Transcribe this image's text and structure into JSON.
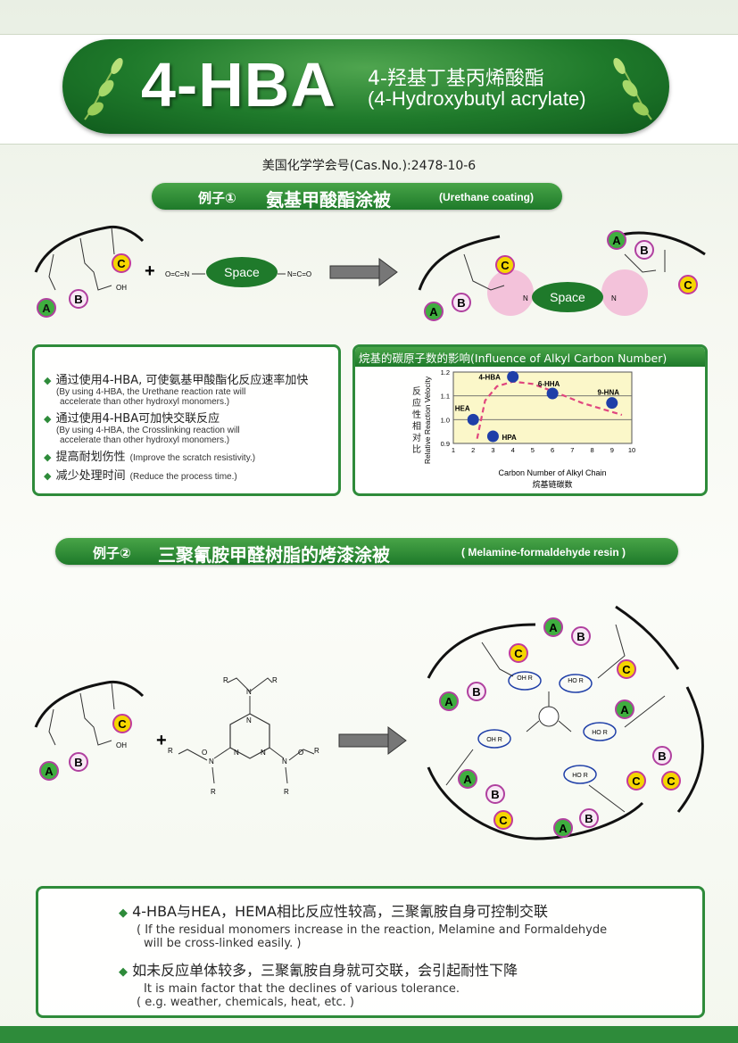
{
  "header": {
    "title": "4-HBA",
    "subtitle_cn": "4-羟基丁基丙烯酸酯",
    "subtitle_en": "(4-Hydroxybutyl acrylate)"
  },
  "cas": "美国化学学会号(Cas.No.):2478-10-6",
  "example1": {
    "tag": "例子①",
    "title_cn": "氨基甲酸酯涂被",
    "title_en": "(Urethane coating)",
    "space_label": "Space",
    "nco_left": "O=C=N",
    "nco_right": "N=C=O",
    "oh": "OH",
    "n_label": "N",
    "monomer_a": "A",
    "monomer_b": "B",
    "monomer_c": "C"
  },
  "benefits": [
    {
      "cn": "通过使用4-HBA, 可使氨基甲酸酯化反应速率加快",
      "en1": "(By using 4-HBA, the Urethane reaction rate will",
      "en2": "accelerate than other hydroxyl monomers.)"
    },
    {
      "cn": "通过使用4-HBA可加快交联反应",
      "en1": "(By using 4-HBA, the Crosslinking reaction will",
      "en2": "accelerate than other hydroxyl monomers.)"
    },
    {
      "cn": "提高耐划伤性",
      "en1": "(Improve the scratch resistivity.)",
      "en2": ""
    },
    {
      "cn": "减少处理时间",
      "en1": "(Reduce the process time.)",
      "en2": ""
    }
  ],
  "chart_panel_title": "烷基的碳原子数的影响(Influence of Alkyl Carbon Number)",
  "chart_data": {
    "type": "scatter",
    "title": "烷基的碳原子数的影响(Influence of Alkyl Carbon Number)",
    "xlabel": "Carbon Number of Alkyl Chain",
    "xlabel_cn": "烷基链碳数",
    "ylabel": "Relative Reaction Velocity",
    "ylabel_cn": "反应性相对比",
    "xlim": [
      1,
      10
    ],
    "ylim": [
      0.9,
      1.2
    ],
    "xticks": [
      1,
      2,
      3,
      4,
      5,
      6,
      7,
      8,
      9,
      10
    ],
    "yticks": [
      0.9,
      1.0,
      1.1,
      1.2
    ],
    "points": [
      {
        "label": "HEA",
        "x": 2,
        "y": 1.0
      },
      {
        "label": "HPA",
        "x": 3,
        "y": 0.93
      },
      {
        "label": "4-HBA",
        "x": 4,
        "y": 1.18
      },
      {
        "label": "6-HHA",
        "x": 6,
        "y": 1.11
      },
      {
        "label": "9-HNA",
        "x": 9,
        "y": 1.07
      }
    ],
    "trend": [
      [
        2.2,
        0.92
      ],
      [
        2.6,
        1.08
      ],
      [
        3.2,
        1.14
      ],
      [
        4.0,
        1.16
      ],
      [
        5.0,
        1.15
      ],
      [
        6.0,
        1.12
      ],
      [
        7.5,
        1.07
      ],
      [
        9.5,
        1.02
      ]
    ],
    "grid_y": [
      1.0,
      1.1
    ],
    "colors": {
      "point": "#1f3fa8",
      "trend": "#e0467f",
      "plot_bg": "#fbf7c9"
    }
  },
  "example2": {
    "tag": "例子②",
    "title_cn": "三聚氰胺甲醛树脂的烤漆涂被",
    "title_en": "( Melamine-formaldehyde resin )",
    "r": "R",
    "o": "O",
    "n": "N",
    "oh": "OH",
    "ho": "HO",
    "oh_r": "OH R",
    "ho_r": "HO R"
  },
  "conclusions": [
    {
      "main": "4-HBA与HEA，HEMA相比反应性较高，三聚氰胺自身可控制交联",
      "sub1": "( If the residual monomers increase in the reaction, Melamine and Formaldehyde",
      "sub2": "will be cross-linked easily. )"
    },
    {
      "main": "如未反应单体较多，三聚氰胺自身就可交联，会引起耐性下降",
      "sub1": "It is main factor that the declines of various tolerance.",
      "sub2": "( e.g. weather, chemicals, heat, etc. )"
    }
  ],
  "colors": {
    "green": "#2e8b3a",
    "a_fill": "#3fae3f",
    "b_ring": "#b0409f",
    "c_ring": "#e0b400",
    "pink": "#f2b9d6",
    "oval": "#1f7a2b"
  }
}
